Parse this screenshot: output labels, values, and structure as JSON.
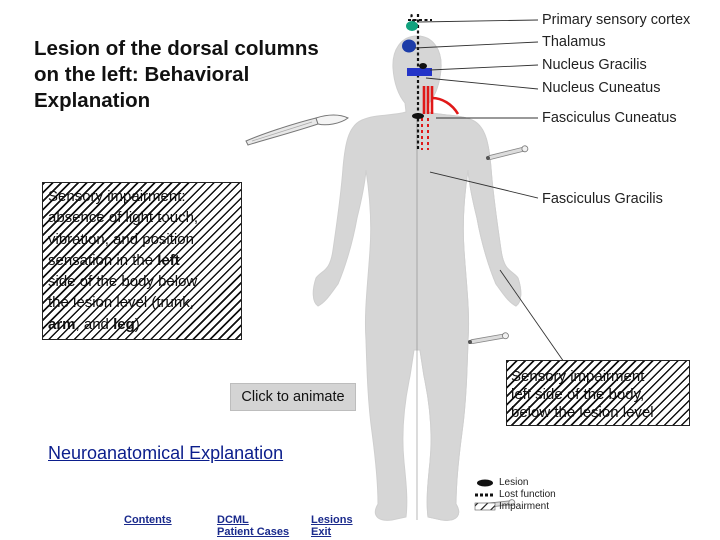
{
  "title": "Lesion of the dorsal columns on the left: Behavioral Explanation",
  "impairment_box": {
    "line1": "Sensory impairment:",
    "line2": "absence of light touch,",
    "line3": "vibration, and position",
    "line4a": "sensation in the ",
    "line4b": "left",
    "line5": "side of the body below",
    "line6": "the lesion level (trunk,",
    "line7a": "arm",
    "line7b": ", and ",
    "line7c": "leg",
    "line7d": ")"
  },
  "impairment_box_right": {
    "line1": "Sensory impairment",
    "line2": "left side of the body,",
    "line3": "below the lesion level"
  },
  "buttons": {
    "animate": "Click to animate"
  },
  "links": {
    "neuro": "Neuroanatomical Explanation",
    "contents": "Contents",
    "dcml_1": "DCML",
    "dcml_2": "Patient Cases",
    "lesions_1": "Lesions",
    "lesions_2": "Exit"
  },
  "labels": {
    "cortex": "Primary sensory cortex",
    "thalamus": "Thalamus",
    "gracilis_nucleus": "Nucleus Gracilis",
    "cuneatus_nucleus": "Nucleus Cuneatus",
    "fasc_cuneatus": "Fasciculus Cuneatus",
    "fasc_gracilis": "Fasciculus Gracilis"
  },
  "legend": {
    "lesion": "Lesion",
    "lost": "Lost function",
    "impairment": "Impairment"
  },
  "colors": {
    "cortex_marker": "#12a27e",
    "thalamus_marker": "#1c3ca8",
    "nucleus_marker": "#2434c8",
    "tract_red": "#e01818",
    "link_blue": "#0b1e8c"
  }
}
